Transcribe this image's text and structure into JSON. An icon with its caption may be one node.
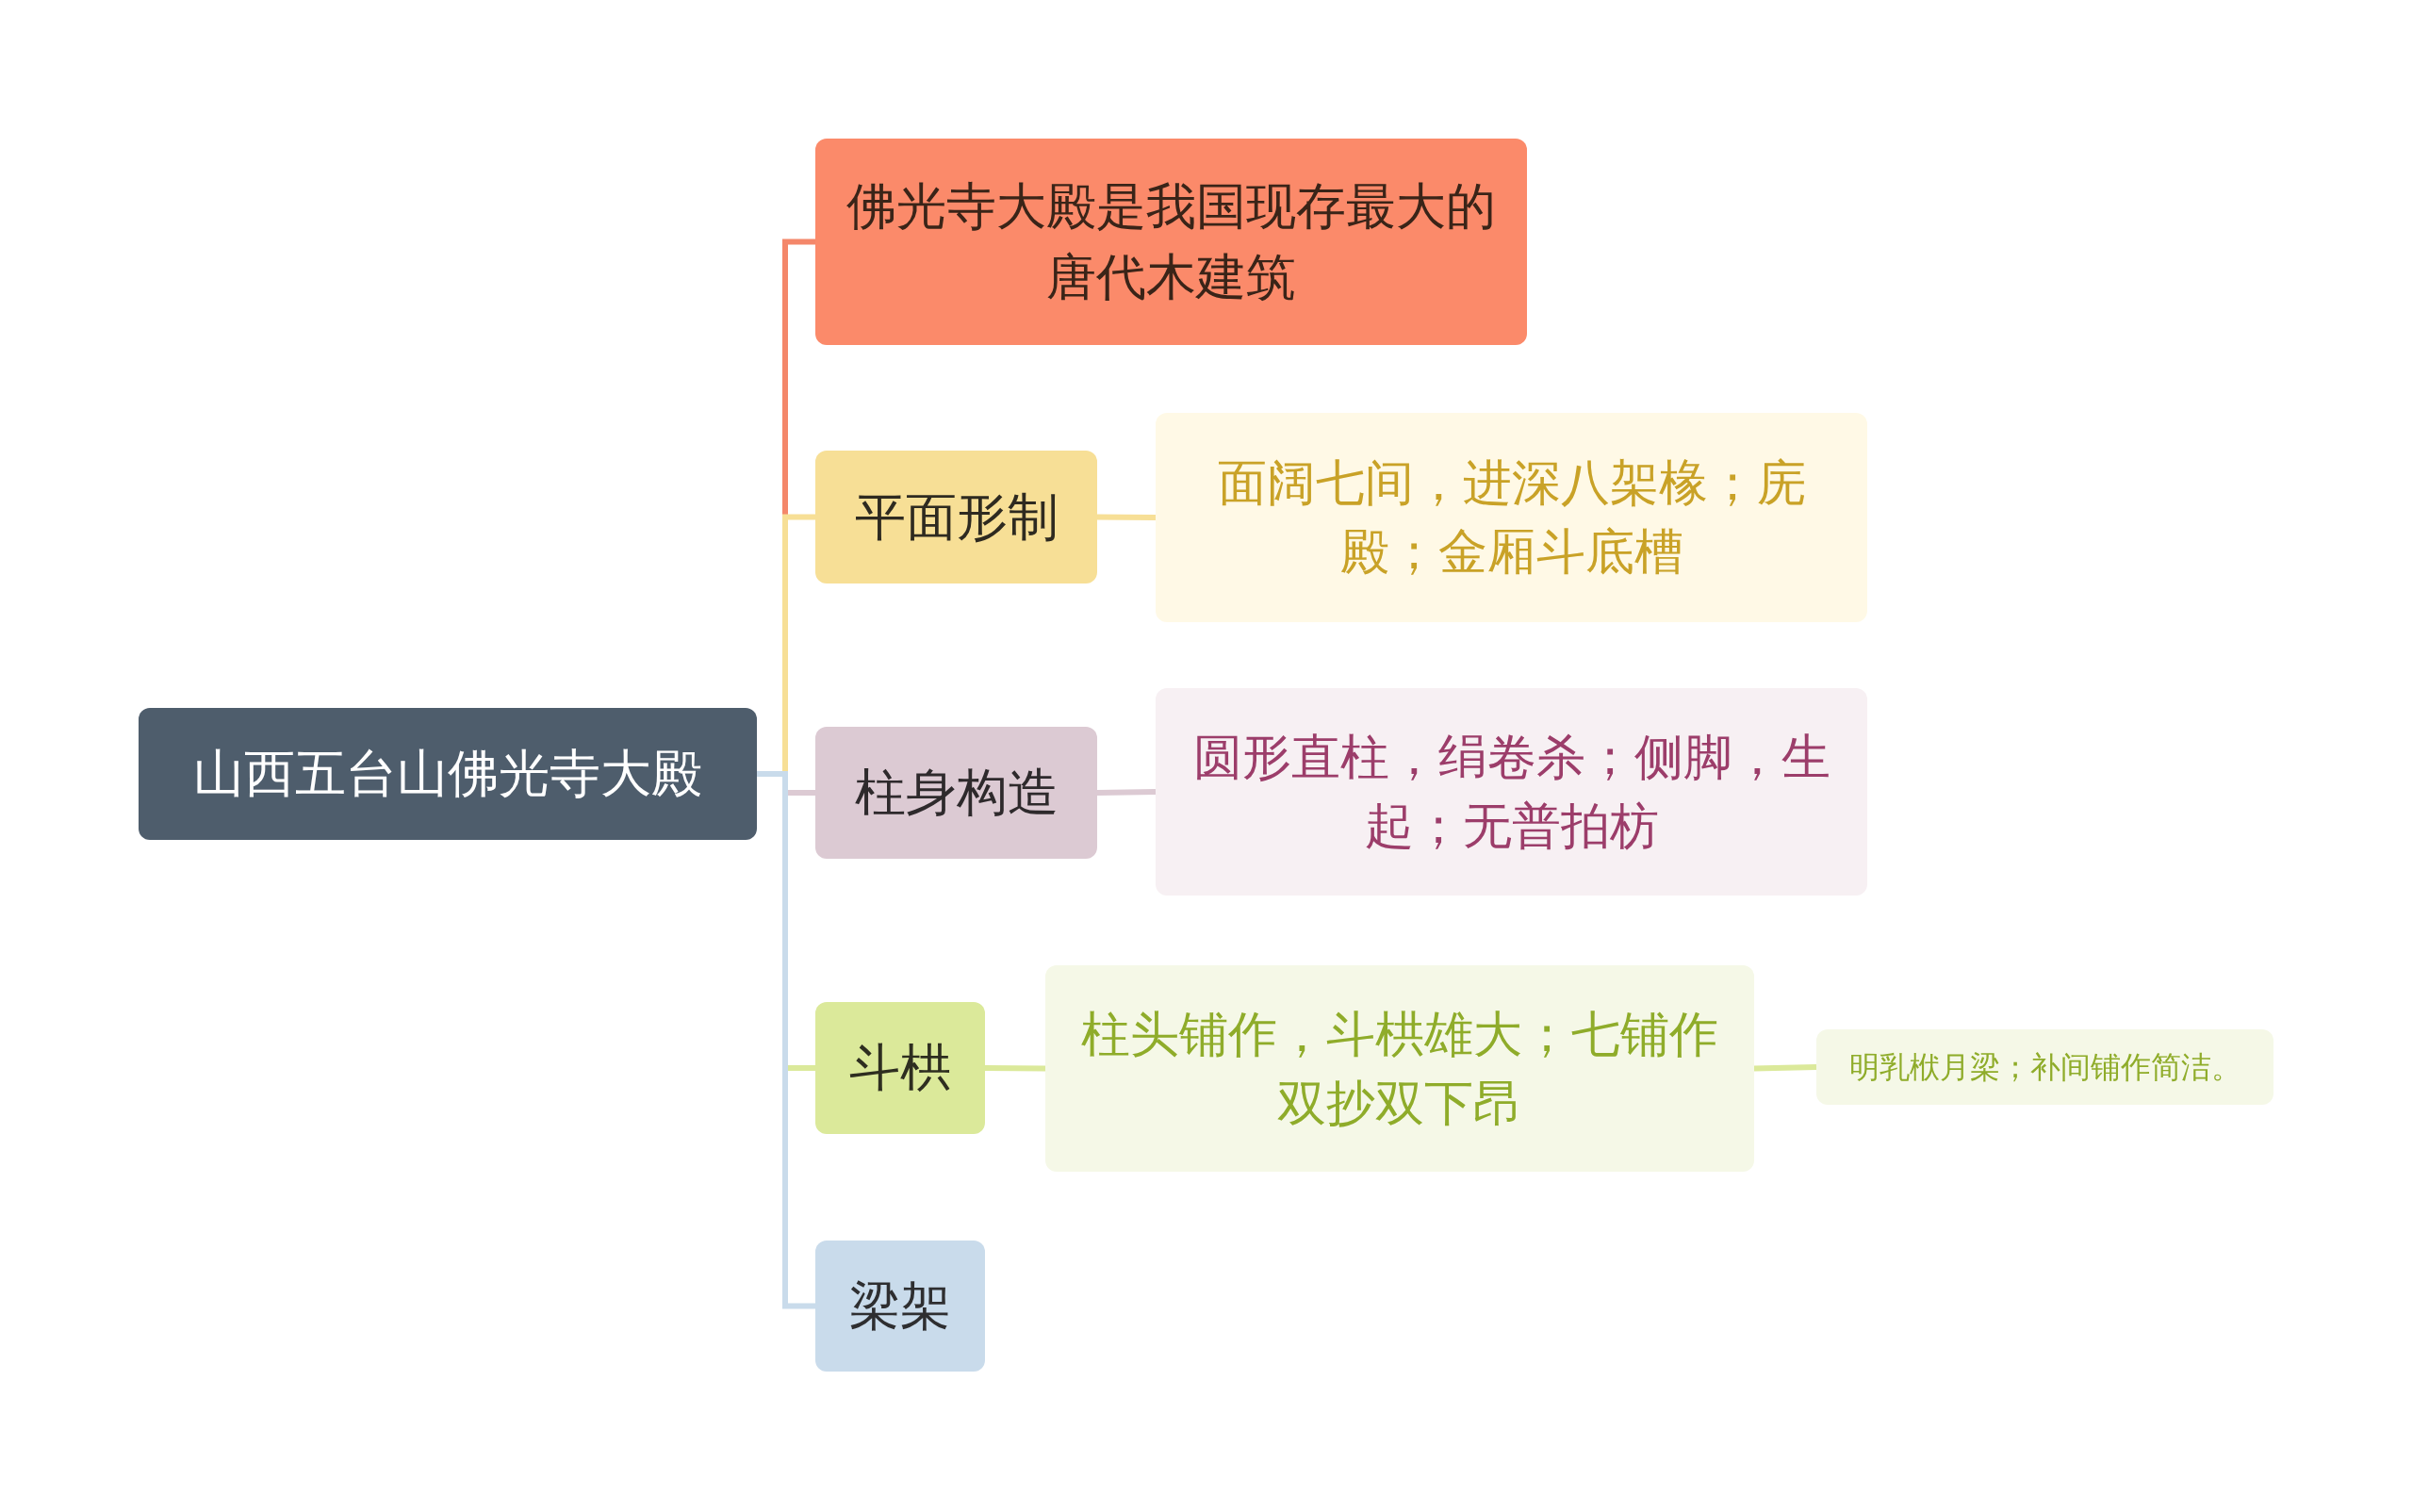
{
  "diagram": {
    "nodes": [
      {
        "text": [
          "山西五台山佛光寺大殿"
        ]
      },
      {
        "text": [
          "佛光寺大殿是我国现存最大的唐代木建筑"
        ]
      },
      {
        "text": [
          "平面形制"
        ]
      },
      {
        "text": [
          "面阔七间，进深八架椽；庑殿；金厢斗底槽"
        ]
      },
      {
        "text": [
          "柱身构造"
        ]
      },
      {
        "text": [
          "圆形直柱，绢卷杀；侧脚，生起；无普拍枋"
        ]
      },
      {
        "text": [
          "斗栱"
        ]
      },
      {
        "text": [
          "柱头铺作，斗栱雄大；七铺作双抄双下昂"
        ]
      },
      {
        "text": [
          "明乳栿月梁；补间铺作简洁。"
        ]
      },
      {
        "text": [
          "梁架"
        ]
      }
    ],
    "edges": [
      {
        "from": 0,
        "to": 1,
        "arrow": "none",
        "color": "#f4876a"
      },
      {
        "from": 0,
        "to": 2,
        "arrow": "none",
        "color": "#f7df96"
      },
      {
        "from": 0,
        "to": 4,
        "arrow": "none",
        "color": "#dccad3"
      },
      {
        "from": 0,
        "to": 6,
        "arrow": "none",
        "color": "#dbe99a"
      },
      {
        "from": 0,
        "to": 9,
        "arrow": "none",
        "color": "#c9dbeb"
      },
      {
        "from": 2,
        "to": 3,
        "arrow": "none",
        "color": "#f7df96"
      },
      {
        "from": 4,
        "to": 5,
        "arrow": "none",
        "color": "#dccad3"
      },
      {
        "from": 6,
        "to": 7,
        "arrow": "none",
        "color": "#dbe99a"
      },
      {
        "from": 7,
        "to": 8,
        "arrow": "none",
        "color": "#dbe99a"
      }
    ]
  }
}
